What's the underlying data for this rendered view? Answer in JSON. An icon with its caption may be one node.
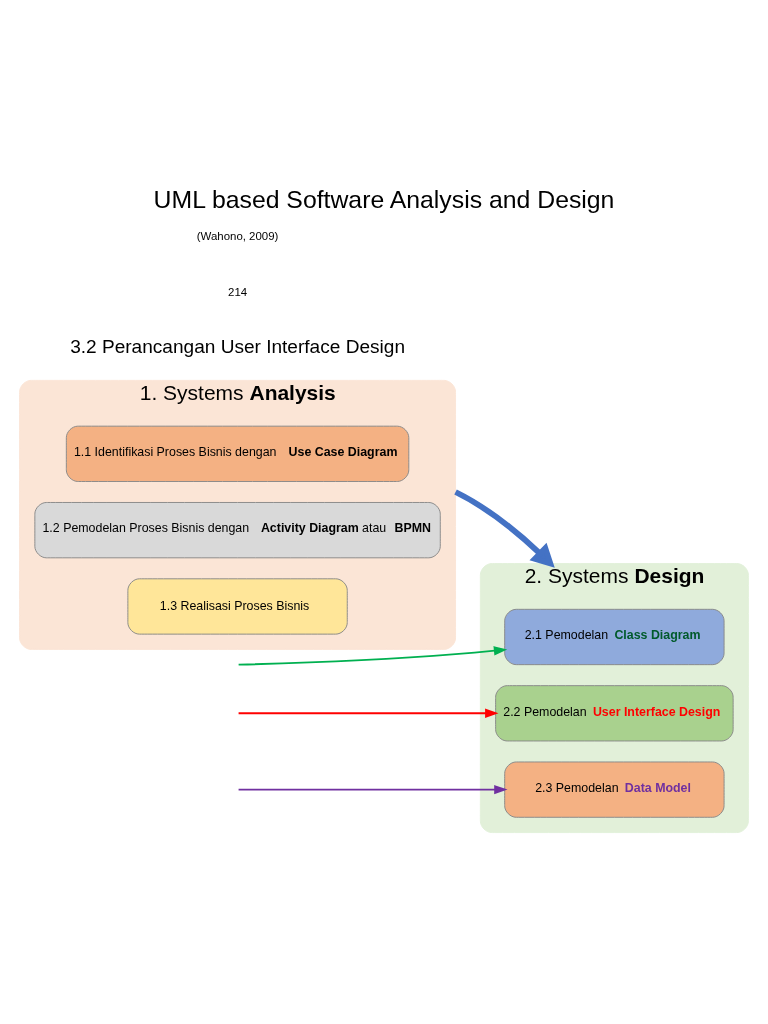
{
  "diagram": {
    "title": "UML based Software Analysis and Design",
    "nodes": [
      {
        "text": [
          "1. Systems **Analysis**"
        ]
      },
      {
        "text": [
          "1.1 Identifikasi Proses Bisnis dengan **Use Case Diagram**"
        ],
        "in": 0
      },
      {
        "text": [
          "1.2 Pemodelan Proses Bisnis dengan **Activity Diagram** atau **BPMN**"
        ],
        "in": 0
      },
      {
        "text": [
          "1.3 Realisasi Proses Bisnis"
        ],
        "in": 0
      },
      {
        "text": [
          "2. Systems **Design**"
        ]
      },
      {
        "text": [
          "2.1 Pemodelan **Class Diagram**"
        ],
        "in": 4
      },
      {
        "text": [
          "2.2 Pemodelan **User Interface Design**"
        ],
        "in": 4
      },
      {
        "text": [
          "2.3 Pemodelan **Data Model**"
        ],
        "in": 4
      }
    ],
    "edges": [
      {
        "from": 0,
        "to": 4,
        "arrow": "to",
        "style": "thick",
        "color": "#4472c4"
      },
      {
        "from": null,
        "to": 5,
        "arrow": "to",
        "color": "#00b050"
      },
      {
        "from": null,
        "to": 6,
        "arrow": "to",
        "color": "#ff0000"
      },
      {
        "from": null,
        "to": 7,
        "arrow": "to",
        "color": "#7030a0"
      }
    ],
    "labels": [
      "3.2 Perancangan User Interface Design",
      "214",
      "(Wahono, 2009)"
    ]
  }
}
